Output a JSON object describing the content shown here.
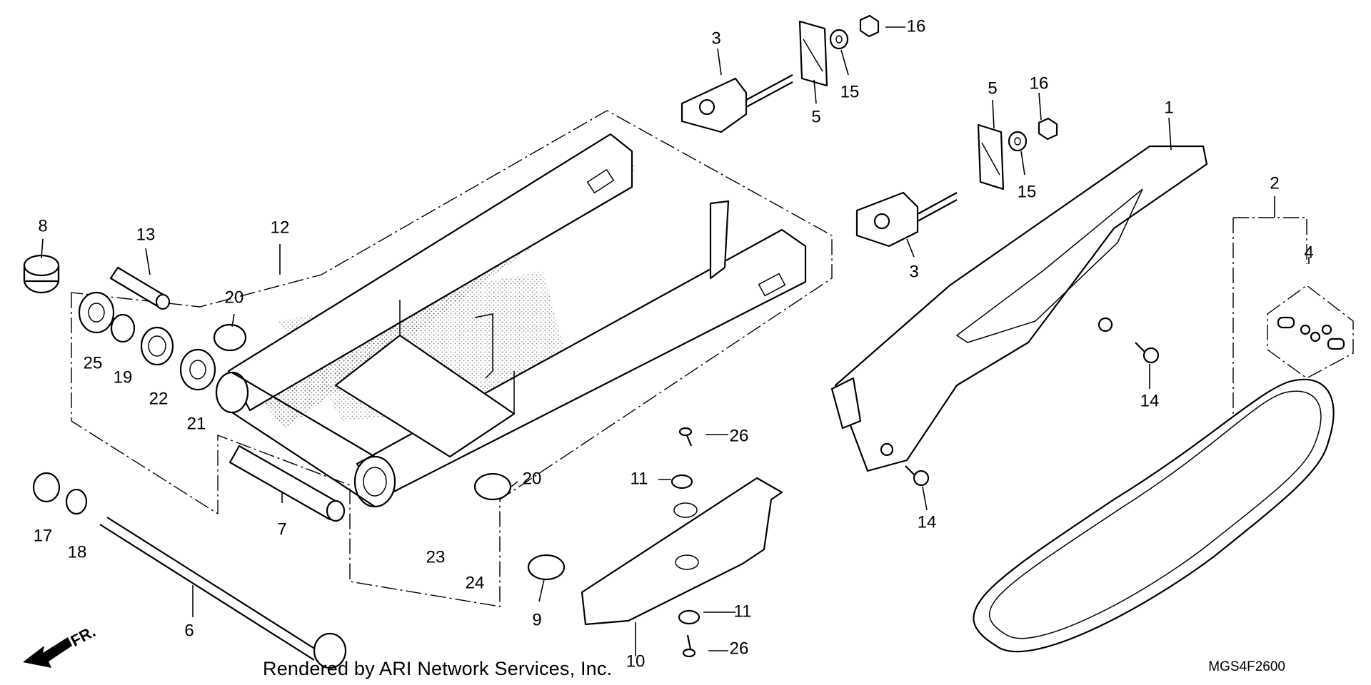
{
  "diagram": {
    "credit": "Rendered by ARI Network Services, Inc.",
    "diagram_code": "MGS4F2600",
    "front_arrow_label": "FR.",
    "callouts": {
      "c1": "1",
      "c2": "2",
      "c3a": "3",
      "c3b": "3",
      "c4": "4",
      "c5a": "5",
      "c5b": "5",
      "c6": "6",
      "c7": "7",
      "c8": "8",
      "c9": "9",
      "c10": "10",
      "c11a": "11",
      "c11b": "11",
      "c12": "12",
      "c13": "13",
      "c14a": "14",
      "c14b": "14",
      "c15a": "15",
      "c15b": "15",
      "c16a": "16",
      "c16b": "16",
      "c17": "17",
      "c18": "18",
      "c19": "19",
      "c20a": "20",
      "c20b": "20",
      "c21": "21",
      "c22": "22",
      "c23": "23",
      "c24": "24",
      "c25": "25",
      "c26a": "26",
      "c26b": "26"
    },
    "colors": {
      "line": "#000000",
      "background": "#ffffff",
      "stipple": "#6e6e6e"
    }
  }
}
